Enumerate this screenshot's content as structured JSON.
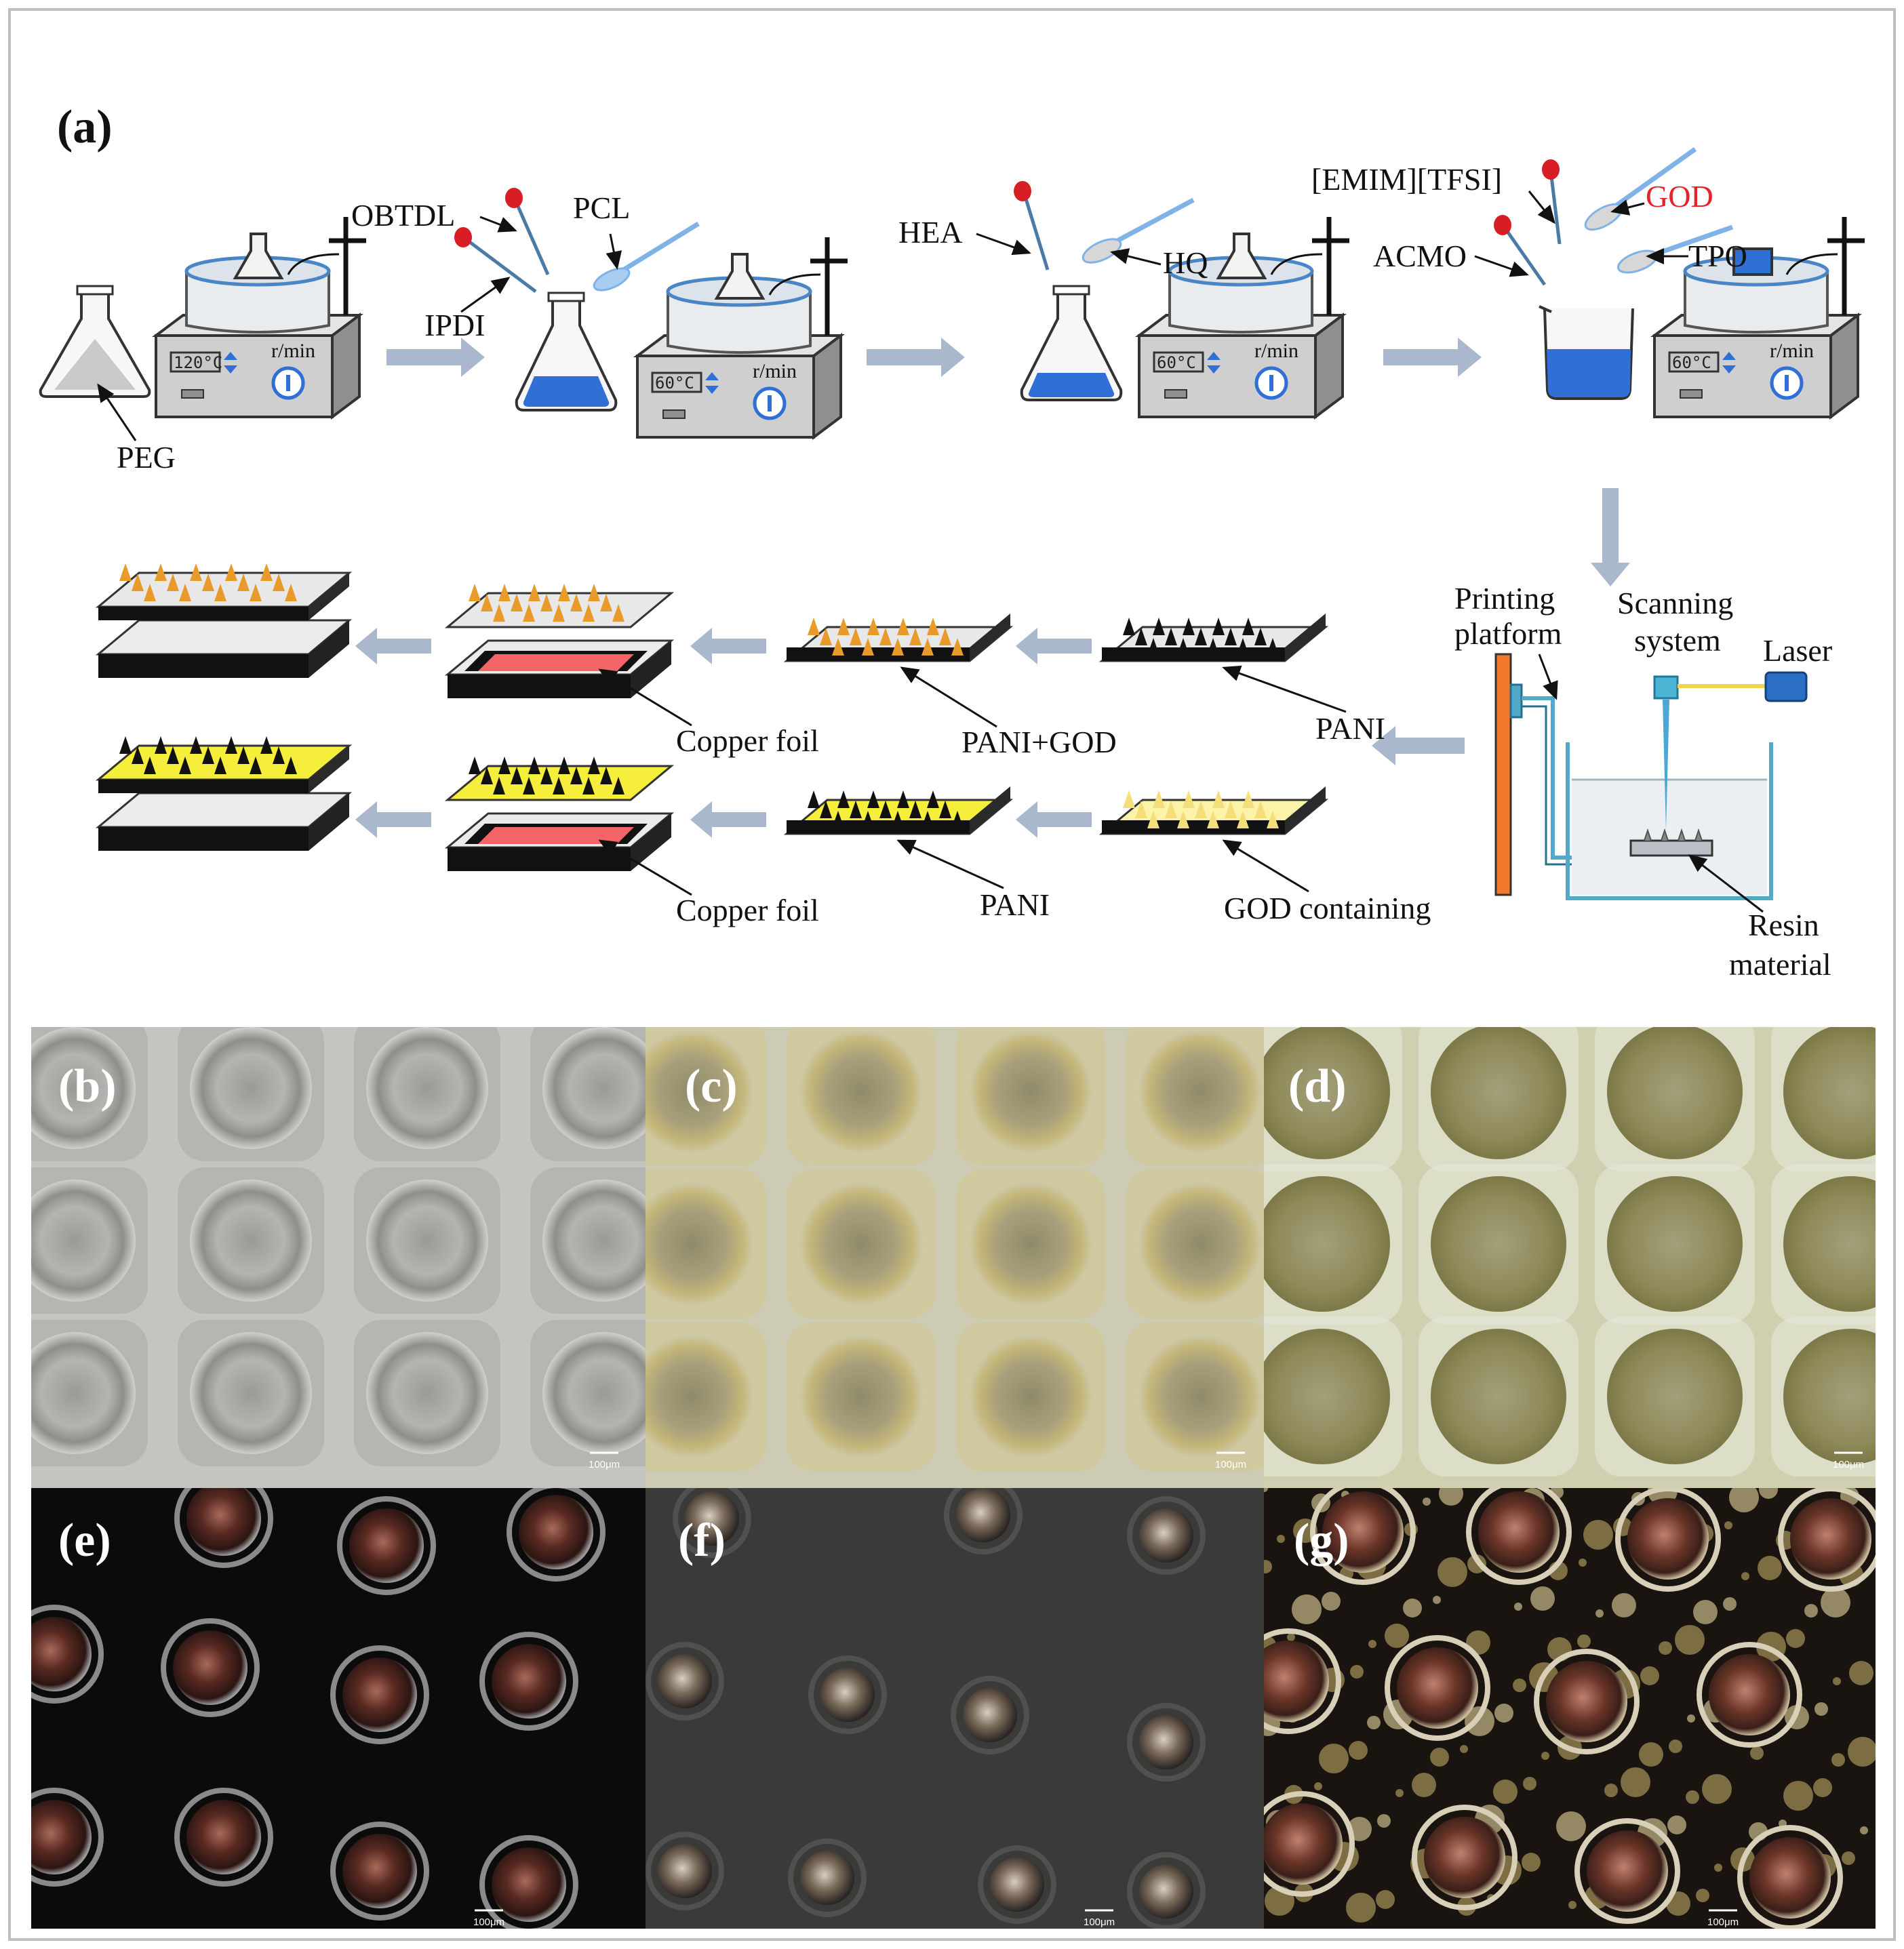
{
  "figure": {
    "panel_labels": [
      "(a)",
      "(b)",
      "(c)",
      "(d)",
      "(e)",
      "(f)",
      "(g)"
    ],
    "scale_bar": "100μm"
  },
  "synthesis": {
    "peg": "PEG",
    "obtdl": "OBTDL",
    "ipdi": "IPDI",
    "pcl": "PCL",
    "hea": "HEA",
    "hq": "HQ",
    "emim": "[EMIM][TFSI]",
    "god": "GOD",
    "acmo": "ACMO",
    "tpo": "TPO",
    "temp1": "120°C",
    "temp2": "60°C",
    "temp3": "60°C",
    "temp4": "60°C",
    "speed_unit": "r/min"
  },
  "printer": {
    "platform": [
      "Printing",
      "platform"
    ],
    "scanning": [
      "Scanning",
      "system"
    ],
    "laser": "Laser",
    "resin": [
      "Resin",
      "material"
    ]
  },
  "steps": {
    "pani_top": "PANI",
    "pani_god": "PANI+GOD",
    "copper_top": "Copper foil",
    "god_containing": "GOD containing",
    "pani_bottom": "PANI",
    "copper_bottom": "Copper foil"
  },
  "colors": {
    "accent_red": "#e8222a",
    "liquid_blue": "#2f6fd6",
    "arrow_gray": "#a9b8cc",
    "orange_tips": "#e89a2a",
    "yellow_layer": "#f5ee3a",
    "copper_pad": "#f26466"
  }
}
